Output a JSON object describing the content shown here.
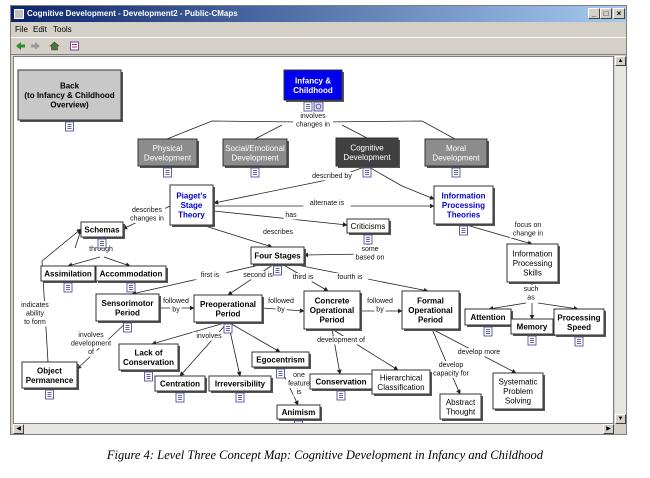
{
  "window": {
    "title": "Cognitive Development - Development2 - Public-CMaps",
    "controls": {
      "minimize": "_",
      "maximize": "□",
      "close": "×"
    }
  },
  "menu": [
    "File",
    "Edit",
    "Tools"
  ],
  "toolbar_icons": [
    "back-arrow-icon",
    "forward-arrow-icon",
    "home-icon",
    "document-icon"
  ],
  "nodes": {
    "back": [
      "Back",
      "(to Infancy & Childhood",
      "Overview)"
    ],
    "infancy": [
      "Infancy &",
      "Childhood"
    ],
    "physical": [
      "Physical",
      "Development"
    ],
    "social": [
      "Social/Emotional",
      "Development"
    ],
    "cognitive": [
      "Cognitive",
      "Development"
    ],
    "moral": [
      "Moral",
      "Development"
    ],
    "piaget": [
      "Piaget's",
      "Stage",
      "Theory"
    ],
    "info": [
      "Information",
      "Processing",
      "Theories"
    ],
    "schemas": [
      "Schemas"
    ],
    "criticisms": [
      "Criticisms"
    ],
    "ips": [
      "Information",
      "Processing",
      "Skills"
    ],
    "assimilation": [
      "Assimilation"
    ],
    "accommodation": [
      "Accommodation"
    ],
    "four": [
      "Four Stages"
    ],
    "sensorimotor": [
      "Sensorimotor",
      "Period"
    ],
    "preop": [
      "Preoperational",
      "Period"
    ],
    "concrete": [
      "Concrete",
      "Operational",
      "Period"
    ],
    "formal": [
      "Formal",
      "Operational",
      "Period"
    ],
    "attention": [
      "Attention"
    ],
    "memory": [
      "Memory"
    ],
    "speed": [
      "Processing",
      "Speed"
    ],
    "lack": [
      "Lack of",
      "Conservation"
    ],
    "egocentrism": [
      "Egocentrism"
    ],
    "centration": [
      "Centration"
    ],
    "irreversibility": [
      "Irreversibility"
    ],
    "conservation": [
      "Conservation"
    ],
    "hierarchical": [
      "Hierarchical",
      "Classification"
    ],
    "object": [
      "Object",
      "Permanence"
    ],
    "animism": [
      "Animism"
    ],
    "abstract": [
      "Abstract",
      "Thought"
    ],
    "systematic": [
      "Systematic",
      "Problem",
      "Solving"
    ]
  },
  "link_labels": {
    "involves_changes": [
      "involves",
      "changes in"
    ],
    "described_by": [
      "described by"
    ],
    "alternate_is": [
      "alternate is"
    ],
    "has": [
      "has"
    ],
    "describes_changes": [
      "describes",
      "changes in"
    ],
    "describes": [
      "describes"
    ],
    "through": [
      "through"
    ],
    "some_based_on": [
      "some",
      "based on"
    ],
    "focus_on": [
      "focus on",
      "change in"
    ],
    "first_is": [
      "first is"
    ],
    "second_is": [
      "second is"
    ],
    "third_is": [
      "third is"
    ],
    "fourth_is": [
      "fourth is"
    ],
    "such_as": [
      "such",
      "as"
    ],
    "followed_by_1": [
      "followed",
      "by"
    ],
    "followed_by_2": [
      "followed",
      "by"
    ],
    "followed_by_3": [
      "followed",
      "by"
    ],
    "indicates": [
      "indicates",
      "ability",
      "to form"
    ],
    "involves_development": [
      "involves",
      "development",
      "of"
    ],
    "involves": [
      "involves"
    ],
    "development_of": [
      "development of"
    ],
    "develop_more": [
      "develop more"
    ],
    "develop_capacity": [
      "develop",
      "capacity for"
    ],
    "one_feature": [
      "one",
      "feature",
      "is"
    ]
  },
  "colors": {
    "focus_node": "#0000ee",
    "blue_text": "#0000cc",
    "dark_node": "#404040",
    "gray_node": "#8c8c8c",
    "back_node": "#c8c8c8"
  },
  "caption": "Figure 4: Level Three Concept Map: Cognitive Development in Infancy and Childhood"
}
